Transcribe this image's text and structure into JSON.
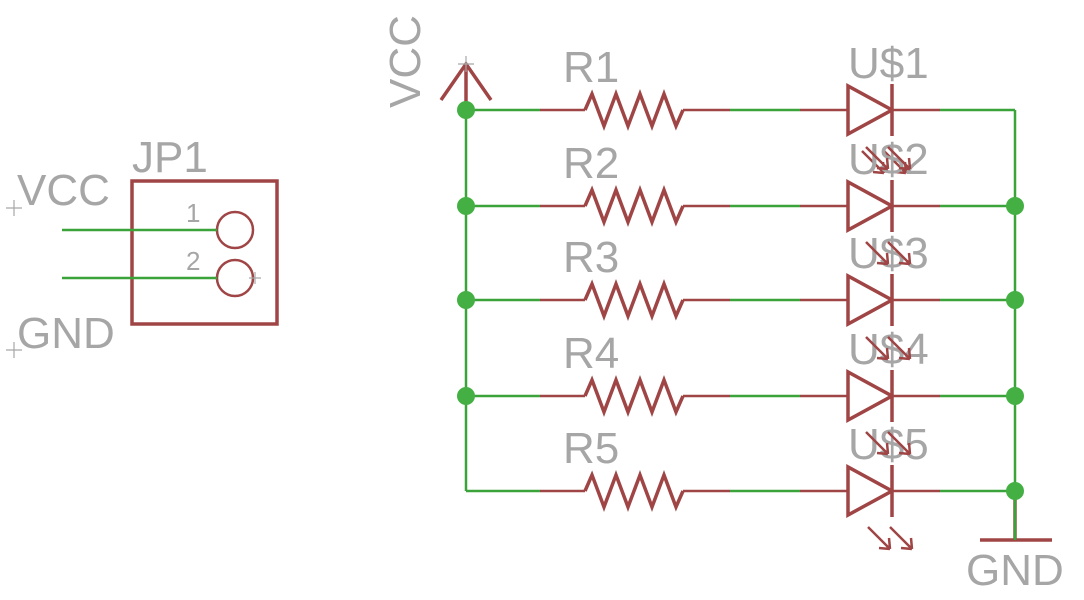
{
  "connector": {
    "name": "JP1",
    "pins": [
      {
        "number": "1",
        "net": "VCC"
      },
      {
        "number": "2",
        "net": "GND"
      }
    ]
  },
  "supply": {
    "vcc_label": "VCC",
    "gnd_label": "GND"
  },
  "rows": [
    {
      "resistor": "R1",
      "led": "U$1"
    },
    {
      "resistor": "R2",
      "led": "U$2"
    },
    {
      "resistor": "R3",
      "led": "U$3"
    },
    {
      "resistor": "R4",
      "led": "U$4"
    },
    {
      "resistor": "R5",
      "led": "U$5"
    }
  ],
  "colors": {
    "wire": "#3aa43a",
    "junction": "#44b044",
    "component": "#a04545",
    "label": "#a6a6a6"
  }
}
